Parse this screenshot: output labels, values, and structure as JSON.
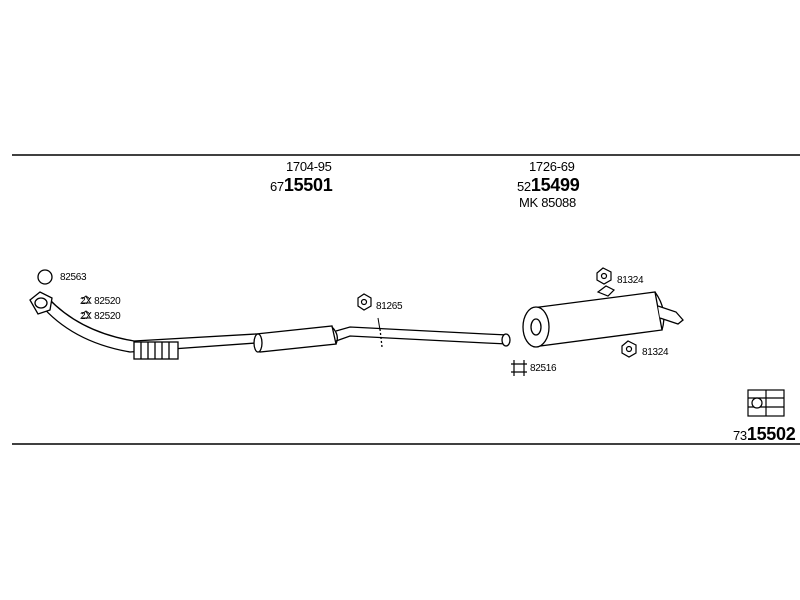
{
  "assembly": {
    "prefix": "73",
    "number": "15502",
    "icon": "engine-table-icon"
  },
  "front_pipe": {
    "ref": "1704-95",
    "part_prefix": "67",
    "part_number": "15501",
    "parts": [
      {
        "qty": "",
        "code": "82563",
        "icon": "ring-gasket-icon"
      },
      {
        "qty": "2X",
        "code": "82520",
        "icon": "bolt-icon"
      },
      {
        "qty": "2X",
        "code": "82520",
        "icon": "nut-icon"
      }
    ]
  },
  "middle_hanger": {
    "code": "81265",
    "icon": "rubber-hanger-icon"
  },
  "clamp": {
    "code": "82516",
    "icon": "clamp-icon"
  },
  "rear_silencer": {
    "ref": "1726-69",
    "part_prefix": "52",
    "part_number": "15499",
    "mk_label": "MK",
    "mk_number": "85088",
    "hangers": [
      {
        "code": "81324",
        "icon": "rubber-mount-icon"
      },
      {
        "code": "81324",
        "icon": "rubber-mount-icon"
      }
    ]
  },
  "colors": {
    "ink": "#000000",
    "background": "#ffffff"
  }
}
